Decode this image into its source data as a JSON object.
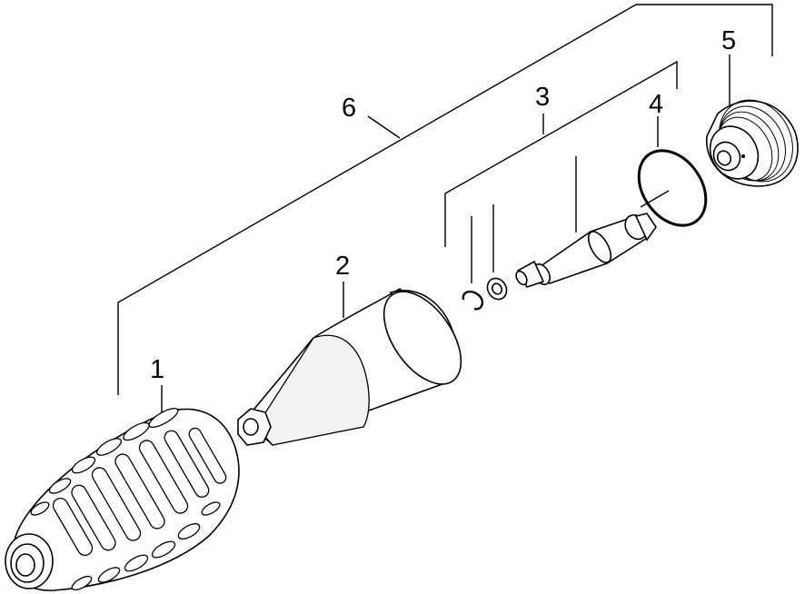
{
  "diagram": {
    "callouts": [
      {
        "id": "1",
        "label": "1"
      },
      {
        "id": "2",
        "label": "2"
      },
      {
        "id": "3",
        "label": "3"
      },
      {
        "id": "4",
        "label": "4"
      },
      {
        "id": "5",
        "label": "5"
      },
      {
        "id": "6",
        "label": "6"
      }
    ],
    "colors": {
      "line": "#000000",
      "background": "#ffffff",
      "fill": "#f2f2f2"
    }
  }
}
